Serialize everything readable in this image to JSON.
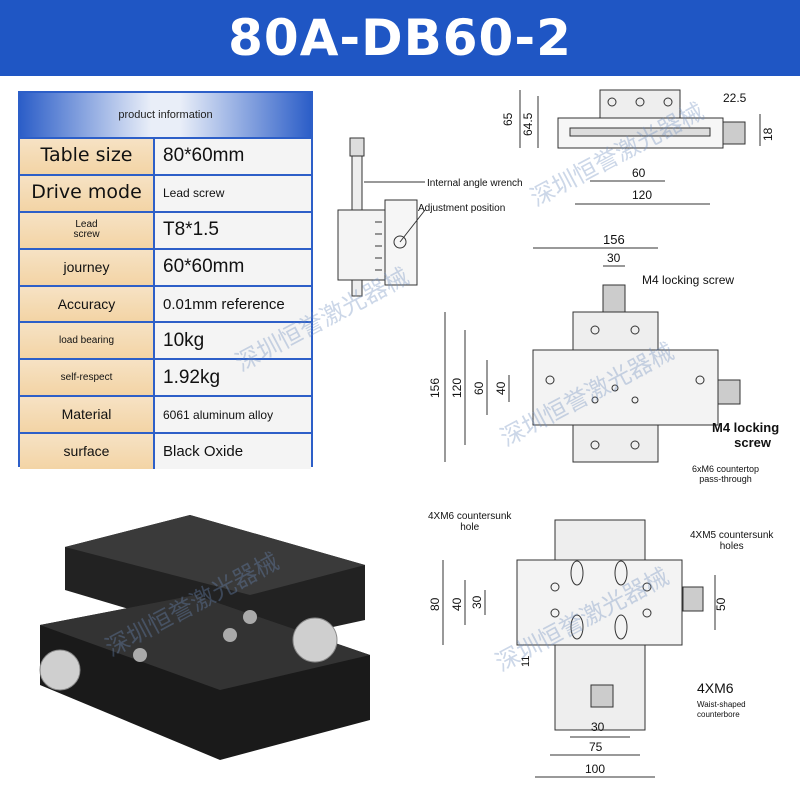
{
  "title": "80A-DB60-2",
  "spec_table": {
    "header": "product information",
    "rows": [
      {
        "label": "Table size",
        "value": "80*60mm"
      },
      {
        "label": "Drive mode",
        "value": "Lead screw"
      },
      {
        "label_line1": "Lead",
        "label_line2": "screw",
        "value": "T8*1.5"
      },
      {
        "label": "journey",
        "value": "60*60mm"
      },
      {
        "label": "Accuracy",
        "value": "0.01mm reference"
      },
      {
        "label": "load bearing",
        "value": "10kg"
      },
      {
        "label": "self-respect",
        "value": "1.92kg"
      },
      {
        "label": "Material",
        "value": "6061 aluminum alloy"
      },
      {
        "label": "surface",
        "value": "Black Oxide"
      }
    ]
  },
  "side_view": {
    "wrench_label": "Internal angle wrench",
    "adjust_label": "Adjustment position"
  },
  "front_view": {
    "dims": [
      "65",
      "64.5",
      "22.5",
      "18",
      "60",
      "120"
    ]
  },
  "top_view": {
    "dims": [
      "156",
      "30",
      "156",
      "120",
      "60",
      "40"
    ],
    "m4_top": "M4 locking screw",
    "m4_right_line1": "M4 locking",
    "m4_right_line2": "screw",
    "m6_line1": "6xM6 countertop",
    "m6_line2": "pass-through"
  },
  "bottom_view": {
    "dims": [
      "80",
      "40",
      "30",
      "50",
      "11",
      "30",
      "75",
      "100"
    ],
    "m6_sunk_line1": "4XM6 countersunk",
    "m6_sunk_line2": "hole",
    "m5_sunk_line1": "4XM5 countersunk",
    "m5_sunk_line2": "holes",
    "m6_waist": "4XM6",
    "m6_waist_line2": "Waist-shaped",
    "m6_waist_line3": "counterbore"
  },
  "watermark": "深圳恒誉激光器械",
  "colors": {
    "title_bg": "#1f56c4",
    "table_border": "#2d5fc8",
    "label_bg": "#f3d4a5",
    "value_bg": "#f4f4f4"
  }
}
